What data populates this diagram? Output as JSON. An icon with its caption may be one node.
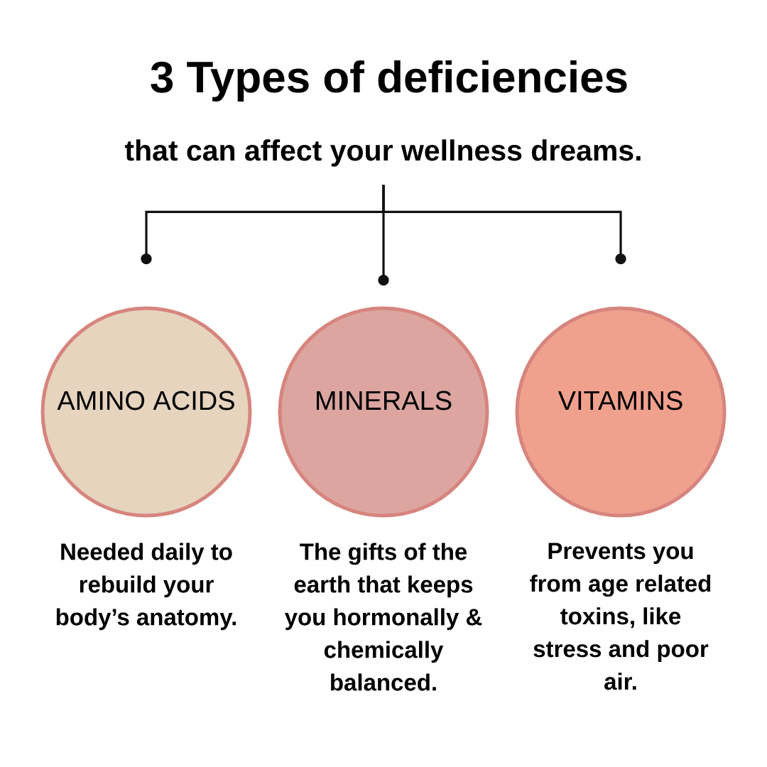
{
  "diagram": {
    "title": "3 Types of deficiencies",
    "nodes": [
      {
        "text": [
          "that can affect your wellness dreams."
        ]
      },
      {
        "text": [
          "AMINO ACIDS"
        ],
        "beside": [
          "Needed daily to rebuild your body’s anatomy."
        ]
      },
      {
        "text": [
          "MINERALS"
        ],
        "beside": [
          "The gifts of the earth that keeps you hormonally & chemically balanced."
        ]
      },
      {
        "text": [
          "VITAMINS"
        ],
        "beside": [
          "Prevents you from age related toxins, like stress and poor air."
        ]
      }
    ],
    "edges": [
      {
        "from": 0,
        "to": 1,
        "arrow": "other"
      },
      {
        "from": 0,
        "to": 2,
        "arrow": "other"
      },
      {
        "from": 0,
        "to": 3,
        "arrow": "other"
      }
    ]
  }
}
